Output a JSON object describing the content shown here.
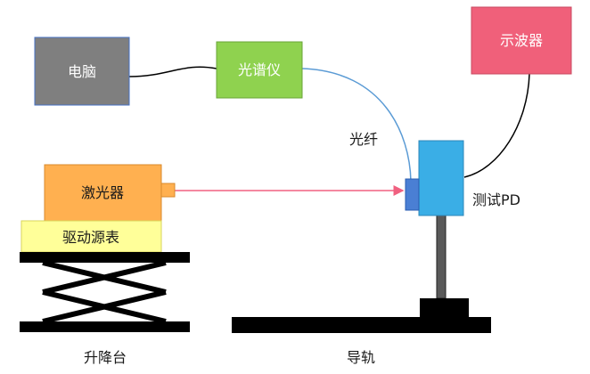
{
  "nodes": {
    "computer": "电脑",
    "spectrometer": "光谱仪",
    "oscilloscope": "示波器",
    "laser": "激光器",
    "driver_source": "驱动源表",
    "test_pd": "测试PD"
  },
  "labels": {
    "fiber": "光纤",
    "lift_platform": "升降台",
    "rail": "导轨"
  },
  "colors": {
    "computer": "#7f7f7f",
    "spectrometer": "#8fd24f",
    "oscilloscope": "#f0607a",
    "laser": "#ffb050",
    "driver_source": "#ffff99",
    "test_pd": "#3aaee6",
    "fiber_line": "#5b9bd5",
    "laser_beam": "#f06080",
    "cable": "#000000"
  }
}
